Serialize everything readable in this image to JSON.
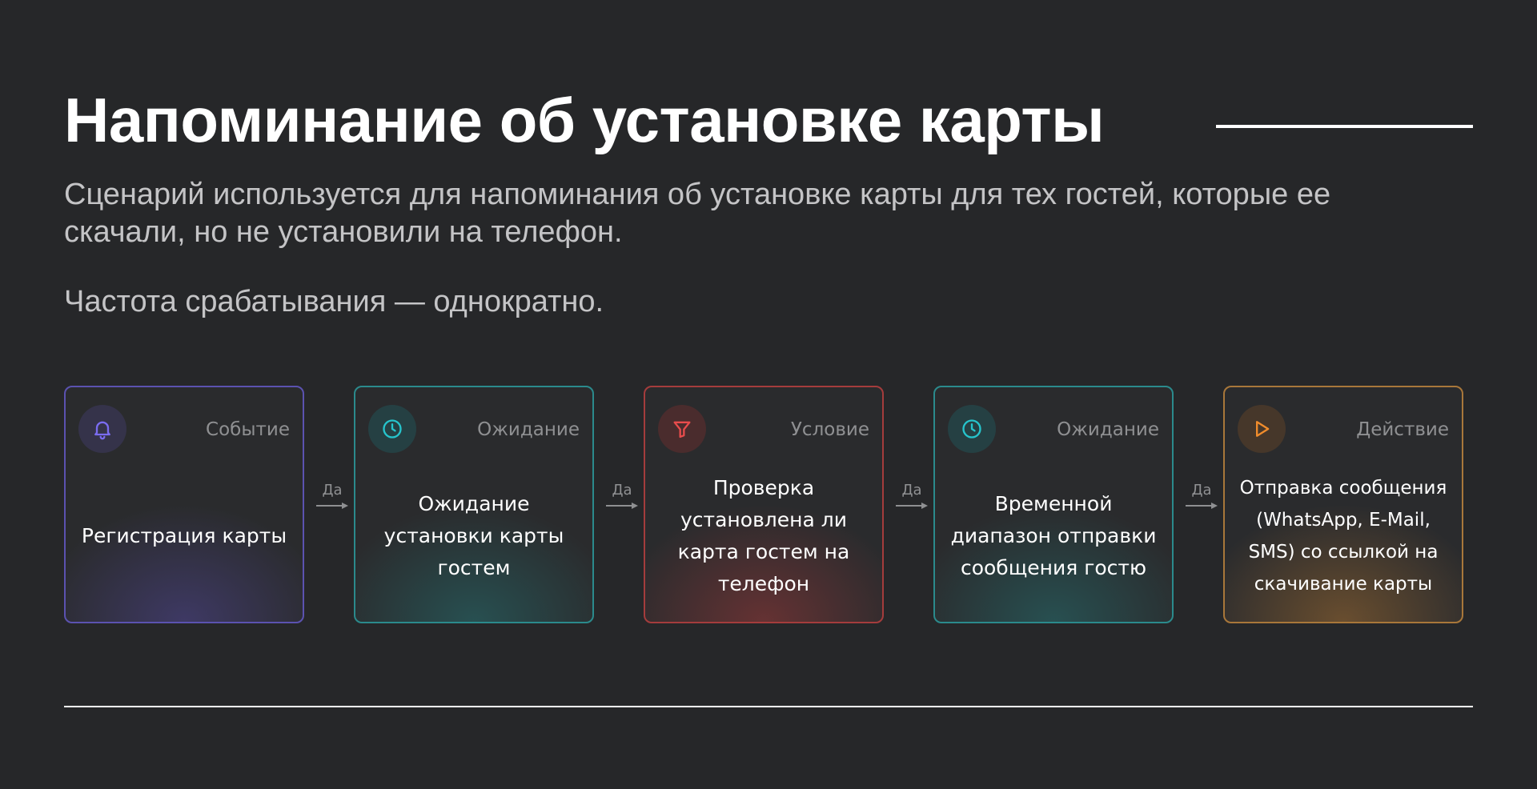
{
  "title": "Напоминание об установке карты",
  "description": "Сценарий используется для напоминания об установке карты для тех гостей, которые ее скачали, но не установили на телефон.",
  "frequency": "Частота срабатывания — однократно.",
  "steps": [
    {
      "type": "Событие",
      "text": "Регистрация карты",
      "icon": "bell-icon",
      "accent": "#5d52b8"
    },
    {
      "type": "Ожидание",
      "text": "Ожидание установки карты гостем",
      "icon": "clock-icon",
      "accent": "#2a8f8f"
    },
    {
      "type": "Условие",
      "text": "Проверка установлена ли карта гостем на телефон",
      "icon": "filter-icon",
      "accent": "#a83c3c"
    },
    {
      "type": "Ожидание",
      "text": "Временной диапазон отправки сообщения гостю",
      "icon": "clock-icon",
      "accent": "#2a8f8f"
    },
    {
      "type": "Действие",
      "text": "Отправка сообщения (WhatsApp, E-Mail, SMS) со ссылкой на скачивание карты",
      "icon": "play-icon",
      "accent": "#b07a35"
    }
  ],
  "connectors": [
    {
      "label": "Да"
    },
    {
      "label": "Да"
    },
    {
      "label": "Да"
    },
    {
      "label": "Да"
    }
  ]
}
